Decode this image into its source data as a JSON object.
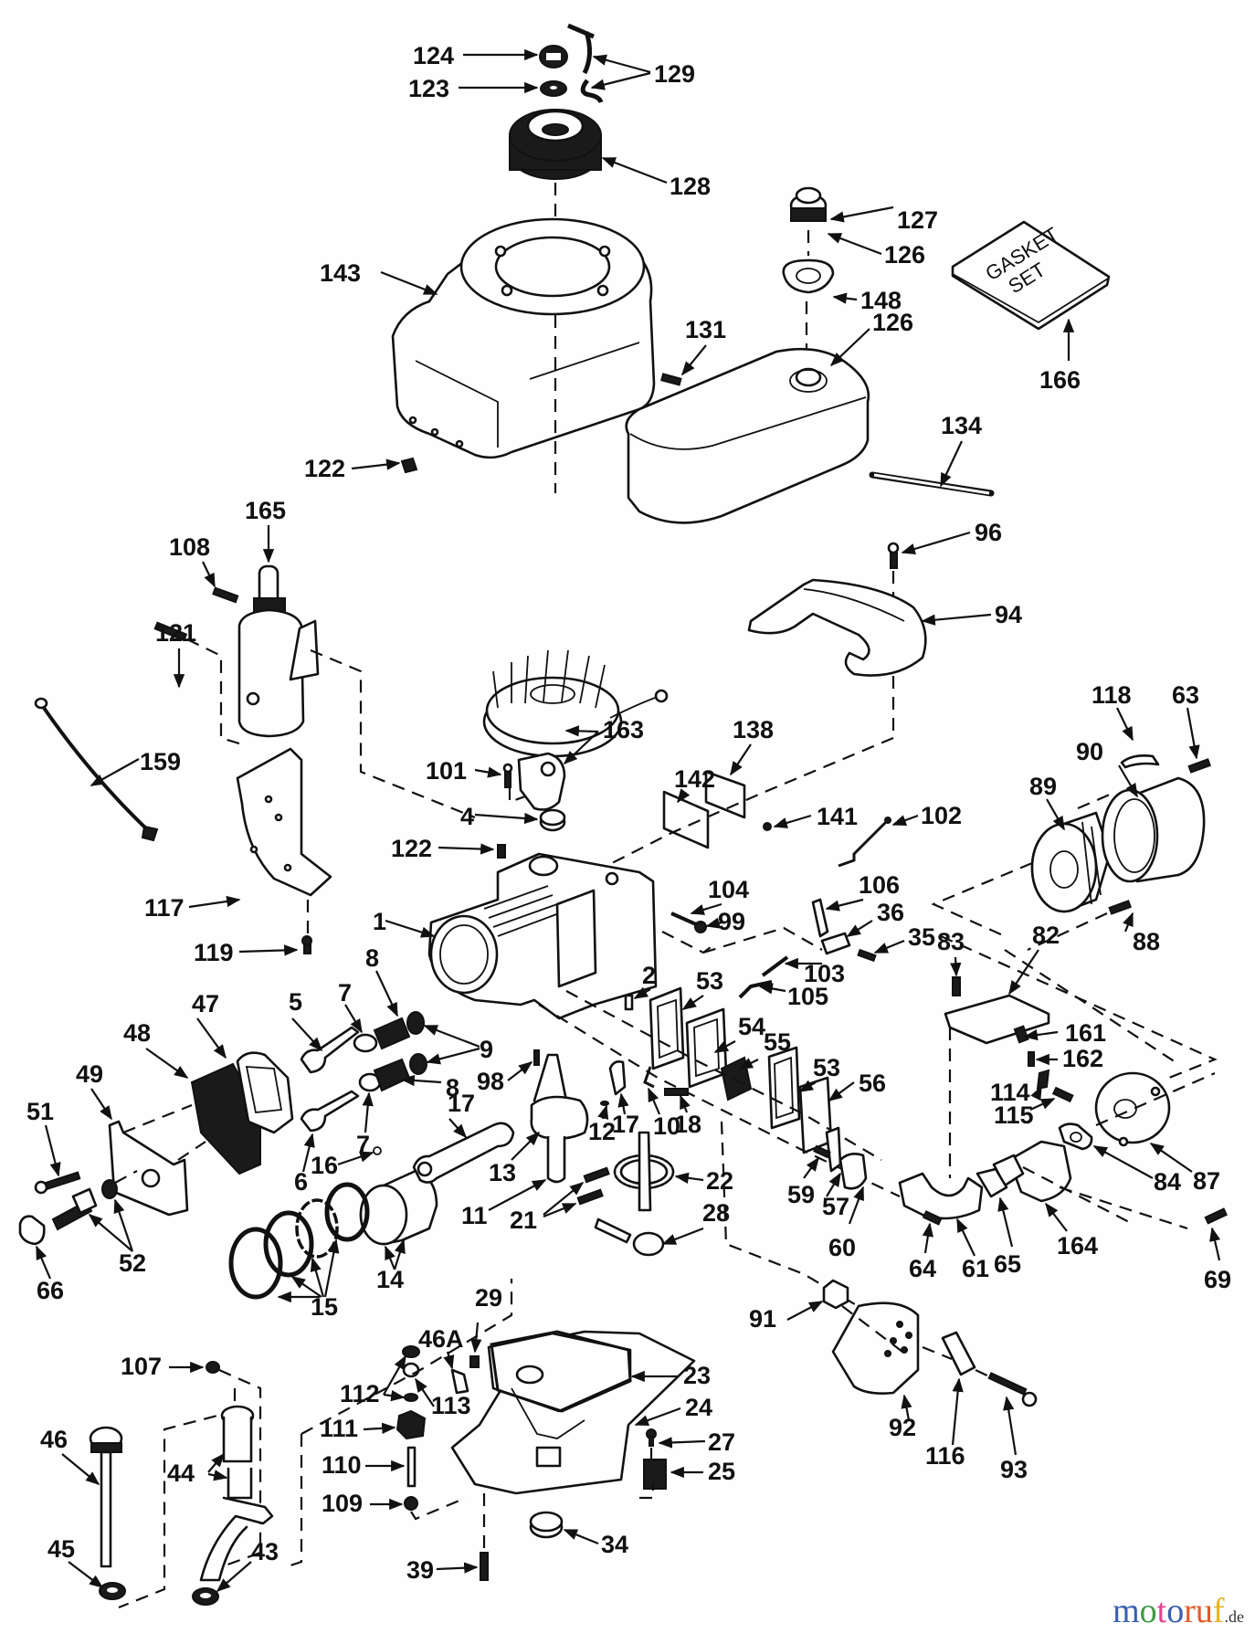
{
  "diagram": {
    "type": "exploded-parts-diagram",
    "subject": "engine assembly",
    "gasket_set_text": [
      "GASKET",
      "SET"
    ],
    "callouts": [
      {
        "id": "124"
      },
      {
        "id": "123"
      },
      {
        "id": "129"
      },
      {
        "id": "128"
      },
      {
        "id": "127"
      },
      {
        "id": "126"
      },
      {
        "id": "148"
      },
      {
        "id": "126b",
        "label": "126"
      },
      {
        "id": "166"
      },
      {
        "id": "143"
      },
      {
        "id": "131"
      },
      {
        "id": "134"
      },
      {
        "id": "122"
      },
      {
        "id": "165"
      },
      {
        "id": "108"
      },
      {
        "id": "96"
      },
      {
        "id": "94"
      },
      {
        "id": "121"
      },
      {
        "id": "163"
      },
      {
        "id": "138"
      },
      {
        "id": "118"
      },
      {
        "id": "63"
      },
      {
        "id": "159"
      },
      {
        "id": "101"
      },
      {
        "id": "142"
      },
      {
        "id": "90"
      },
      {
        "id": "89"
      },
      {
        "id": "4"
      },
      {
        "id": "141"
      },
      {
        "id": "102"
      },
      {
        "id": "122b",
        "label": "122"
      },
      {
        "id": "104"
      },
      {
        "id": "99"
      },
      {
        "id": "106"
      },
      {
        "id": "36"
      },
      {
        "id": "1"
      },
      {
        "id": "117"
      },
      {
        "id": "35"
      },
      {
        "id": "88"
      },
      {
        "id": "83"
      },
      {
        "id": "82"
      },
      {
        "id": "119"
      },
      {
        "id": "103"
      },
      {
        "id": "8"
      },
      {
        "id": "2"
      },
      {
        "id": "53"
      },
      {
        "id": "105"
      },
      {
        "id": "7"
      },
      {
        "id": "47"
      },
      {
        "id": "5"
      },
      {
        "id": "54"
      },
      {
        "id": "161"
      },
      {
        "id": "48"
      },
      {
        "id": "9"
      },
      {
        "id": "55"
      },
      {
        "id": "162"
      },
      {
        "id": "49"
      },
      {
        "id": "98"
      },
      {
        "id": "8b",
        "label": "8"
      },
      {
        "id": "53b",
        "label": "53"
      },
      {
        "id": "56"
      },
      {
        "id": "114"
      },
      {
        "id": "115"
      },
      {
        "id": "51"
      },
      {
        "id": "7b",
        "label": "7"
      },
      {
        "id": "17"
      },
      {
        "id": "12"
      },
      {
        "id": "17b",
        "label": "17"
      },
      {
        "id": "10"
      },
      {
        "id": "18"
      },
      {
        "id": "87"
      },
      {
        "id": "16"
      },
      {
        "id": "6"
      },
      {
        "id": "13"
      },
      {
        "id": "22"
      },
      {
        "id": "59"
      },
      {
        "id": "84"
      },
      {
        "id": "11"
      },
      {
        "id": "21"
      },
      {
        "id": "57"
      },
      {
        "id": "52"
      },
      {
        "id": "28"
      },
      {
        "id": "60"
      },
      {
        "id": "64"
      },
      {
        "id": "61"
      },
      {
        "id": "65"
      },
      {
        "id": "164"
      },
      {
        "id": "69"
      },
      {
        "id": "66"
      },
      {
        "id": "14"
      },
      {
        "id": "15"
      },
      {
        "id": "29"
      },
      {
        "id": "91"
      },
      {
        "id": "46A"
      },
      {
        "id": "107"
      },
      {
        "id": "23"
      },
      {
        "id": "112"
      },
      {
        "id": "113"
      },
      {
        "id": "44"
      },
      {
        "id": "24"
      },
      {
        "id": "111"
      },
      {
        "id": "27"
      },
      {
        "id": "46"
      },
      {
        "id": "92"
      },
      {
        "id": "116"
      },
      {
        "id": "93"
      },
      {
        "id": "110"
      },
      {
        "id": "25"
      },
      {
        "id": "43"
      },
      {
        "id": "109"
      },
      {
        "id": "34"
      },
      {
        "id": "45"
      },
      {
        "id": "39"
      }
    ]
  },
  "watermark": {
    "letters": [
      {
        "ch": "m",
        "color": "#3b5fae"
      },
      {
        "ch": "o",
        "color": "#3e9a47"
      },
      {
        "ch": "t",
        "color": "#e0458f"
      },
      {
        "ch": "o",
        "color": "#3b5fae"
      },
      {
        "ch": "r",
        "color": "#e05b2a"
      },
      {
        "ch": "u",
        "color": "#e05b2a"
      },
      {
        "ch": "f",
        "color": "#e6b41e"
      }
    ],
    "suffix": ".de"
  }
}
